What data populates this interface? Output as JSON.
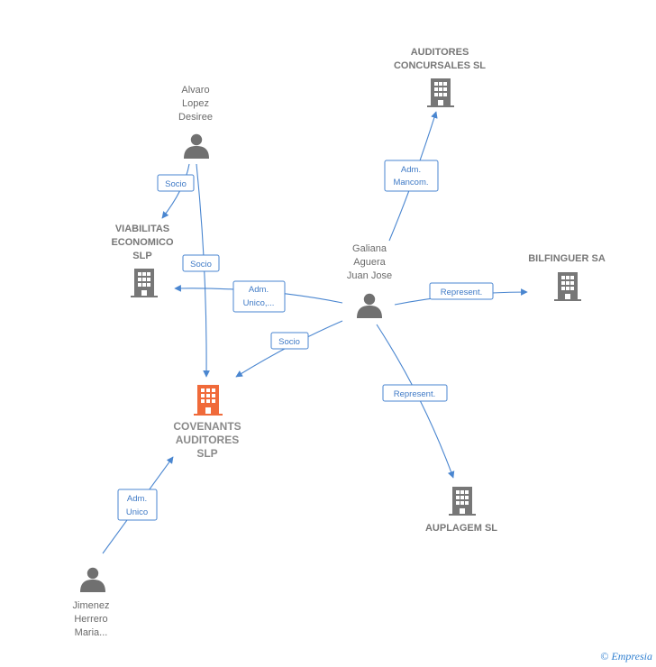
{
  "nodes": {
    "alvaro": {
      "lines": [
        "Alvaro",
        "Lopez",
        "Desiree"
      ],
      "type": "person"
    },
    "auditores_concursales": {
      "lines": [
        "AUDITORES",
        "CONCURSALES SL"
      ],
      "type": "company"
    },
    "viabilitas": {
      "lines": [
        "VIABILITAS",
        "ECONOMICO",
        "SLP"
      ],
      "type": "company"
    },
    "galiana": {
      "lines": [
        "Galiana",
        "Aguera",
        "Juan Jose"
      ],
      "type": "person"
    },
    "bilfinguer": {
      "lines": [
        "BILFINGUER SA"
      ],
      "type": "company"
    },
    "covenants": {
      "lines": [
        "COVENANTS",
        "AUDITORES",
        "SLP"
      ],
      "type": "company-main"
    },
    "auplagem": {
      "lines": [
        "AUPLAGEM SL"
      ],
      "type": "company"
    },
    "jimenez": {
      "lines": [
        "Jimenez",
        "Herrero",
        "Maria..."
      ],
      "type": "person"
    }
  },
  "edges": [
    {
      "id": "alvaro-viabilitas",
      "label": [
        "Socio"
      ]
    },
    {
      "id": "alvaro-covenants",
      "label": [
        "Socio"
      ]
    },
    {
      "id": "galiana-auditores",
      "label": [
        "Adm.",
        "Mancom."
      ]
    },
    {
      "id": "galiana-viabilitas",
      "label": [
        "Adm.",
        "Unico,..."
      ]
    },
    {
      "id": "galiana-bilfinguer",
      "label": [
        "Represent."
      ]
    },
    {
      "id": "galiana-covenants",
      "label": [
        "Socio"
      ]
    },
    {
      "id": "galiana-auplagem",
      "label": [
        "Represent."
      ]
    },
    {
      "id": "jimenez-covenants",
      "label": [
        "Adm.",
        "Unico"
      ]
    }
  ],
  "colors": {
    "edge": "#4a86d0",
    "person_icon": "#707070",
    "company_icon": "#777777",
    "main_company_icon": "#f06a3a"
  },
  "footer": {
    "copyright": "©",
    "brand": "Empresia"
  }
}
